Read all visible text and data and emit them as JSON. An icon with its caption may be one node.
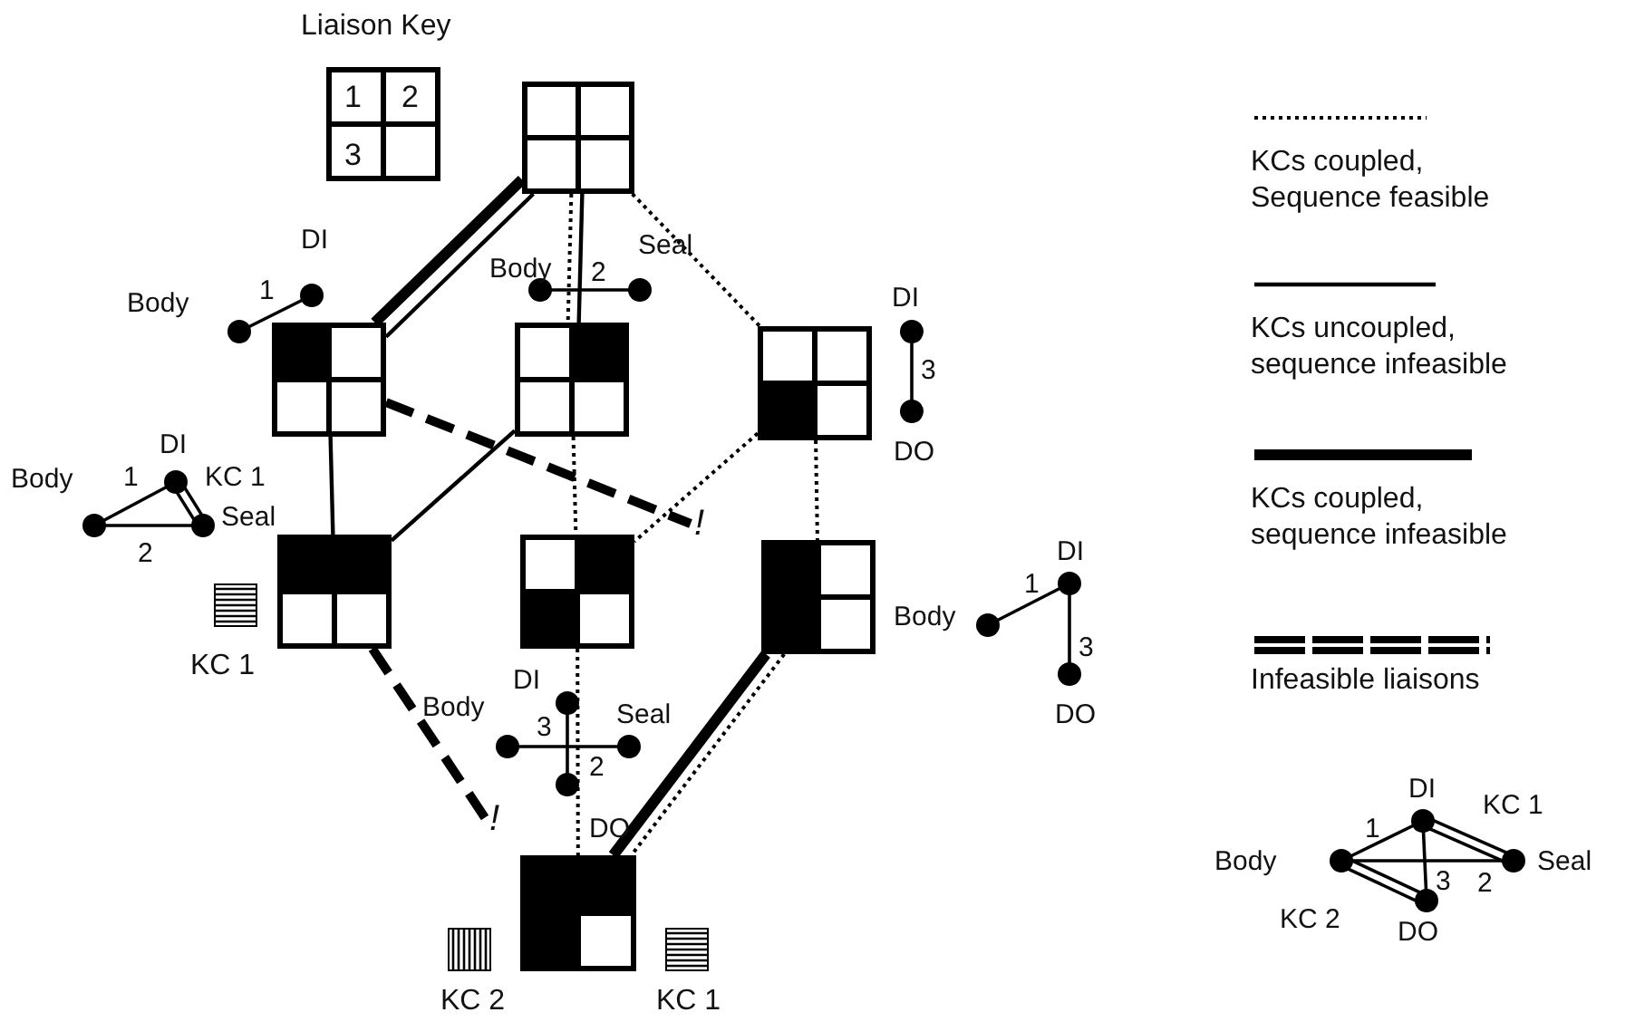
{
  "diagram": {
    "nodes": [
      {
        "text": [
          "Liaison Key",
          "1",
          "2",
          "3"
        ]
      },
      {
        "text": [],
        "shape": "box"
      },
      {
        "text": [],
        "shape": "box"
      },
      {
        "text": [],
        "shape": "box"
      },
      {
        "text": [],
        "shape": "box"
      },
      {
        "text": [],
        "shape": "box",
        "beside": [
          "KC 1"
        ]
      },
      {
        "text": [],
        "shape": "box"
      },
      {
        "text": [],
        "shape": "box"
      },
      {
        "text": [],
        "shape": "box",
        "beside": [
          "KC 2",
          "KC 1"
        ]
      }
    ],
    "edges": [
      {
        "from": 1,
        "to": 2,
        "arrow": "none"
      },
      {
        "from": 1,
        "to": 2,
        "arrow": "none",
        "style": "thick"
      },
      {
        "from": 1,
        "to": 3,
        "arrow": "none"
      },
      {
        "from": 1,
        "to": 3,
        "arrow": "none",
        "style": "dashed"
      },
      {
        "from": 1,
        "to": 4,
        "arrow": "none",
        "style": "dashed"
      },
      {
        "from": 2,
        "to": 5,
        "arrow": "none"
      },
      {
        "from": 3,
        "to": 5,
        "arrow": "none"
      },
      {
        "from": 2,
        "to": null,
        "arrow": "none",
        "style": "dashed",
        "label": "!"
      },
      {
        "from": 3,
        "to": 6,
        "arrow": "none",
        "style": "dashed"
      },
      {
        "from": 4,
        "to": 6,
        "arrow": "none",
        "style": "dashed"
      },
      {
        "from": 4,
        "to": 7,
        "arrow": "none",
        "style": "dashed"
      },
      {
        "from": 5,
        "to": null,
        "arrow": "none",
        "style": "dashed",
        "label": "!"
      },
      {
        "from": 6,
        "to": 8,
        "arrow": "none",
        "style": "dashed"
      },
      {
        "from": 7,
        "to": 8,
        "arrow": "none",
        "style": "dashed"
      },
      {
        "from": 7,
        "to": 8,
        "arrow": "none",
        "style": "thick"
      }
    ],
    "labels": [
      "DI",
      "Seal",
      "Body",
      "2",
      "Body",
      "1",
      "DI",
      "3",
      "DI",
      "DO",
      "Body",
      "1",
      "KC 1",
      "Seal",
      "2",
      "DI",
      "1",
      "Body",
      "3",
      "DI",
      "Body",
      "Seal",
      "DO",
      "3",
      "2",
      "DI",
      "KC 1",
      "DO",
      "1",
      "Body",
      "Seal",
      "3",
      "2",
      "KC 2",
      "DO"
    ],
    "legend": [
      {
        "text": "KCs coupled, Sequence feasible"
      },
      {
        "text": "KCs uncoupled, sequence infeasible"
      },
      {
        "text": "KCs coupled, sequence infeasible"
      },
      {
        "text": "Infeasible liaisons"
      }
    ]
  }
}
